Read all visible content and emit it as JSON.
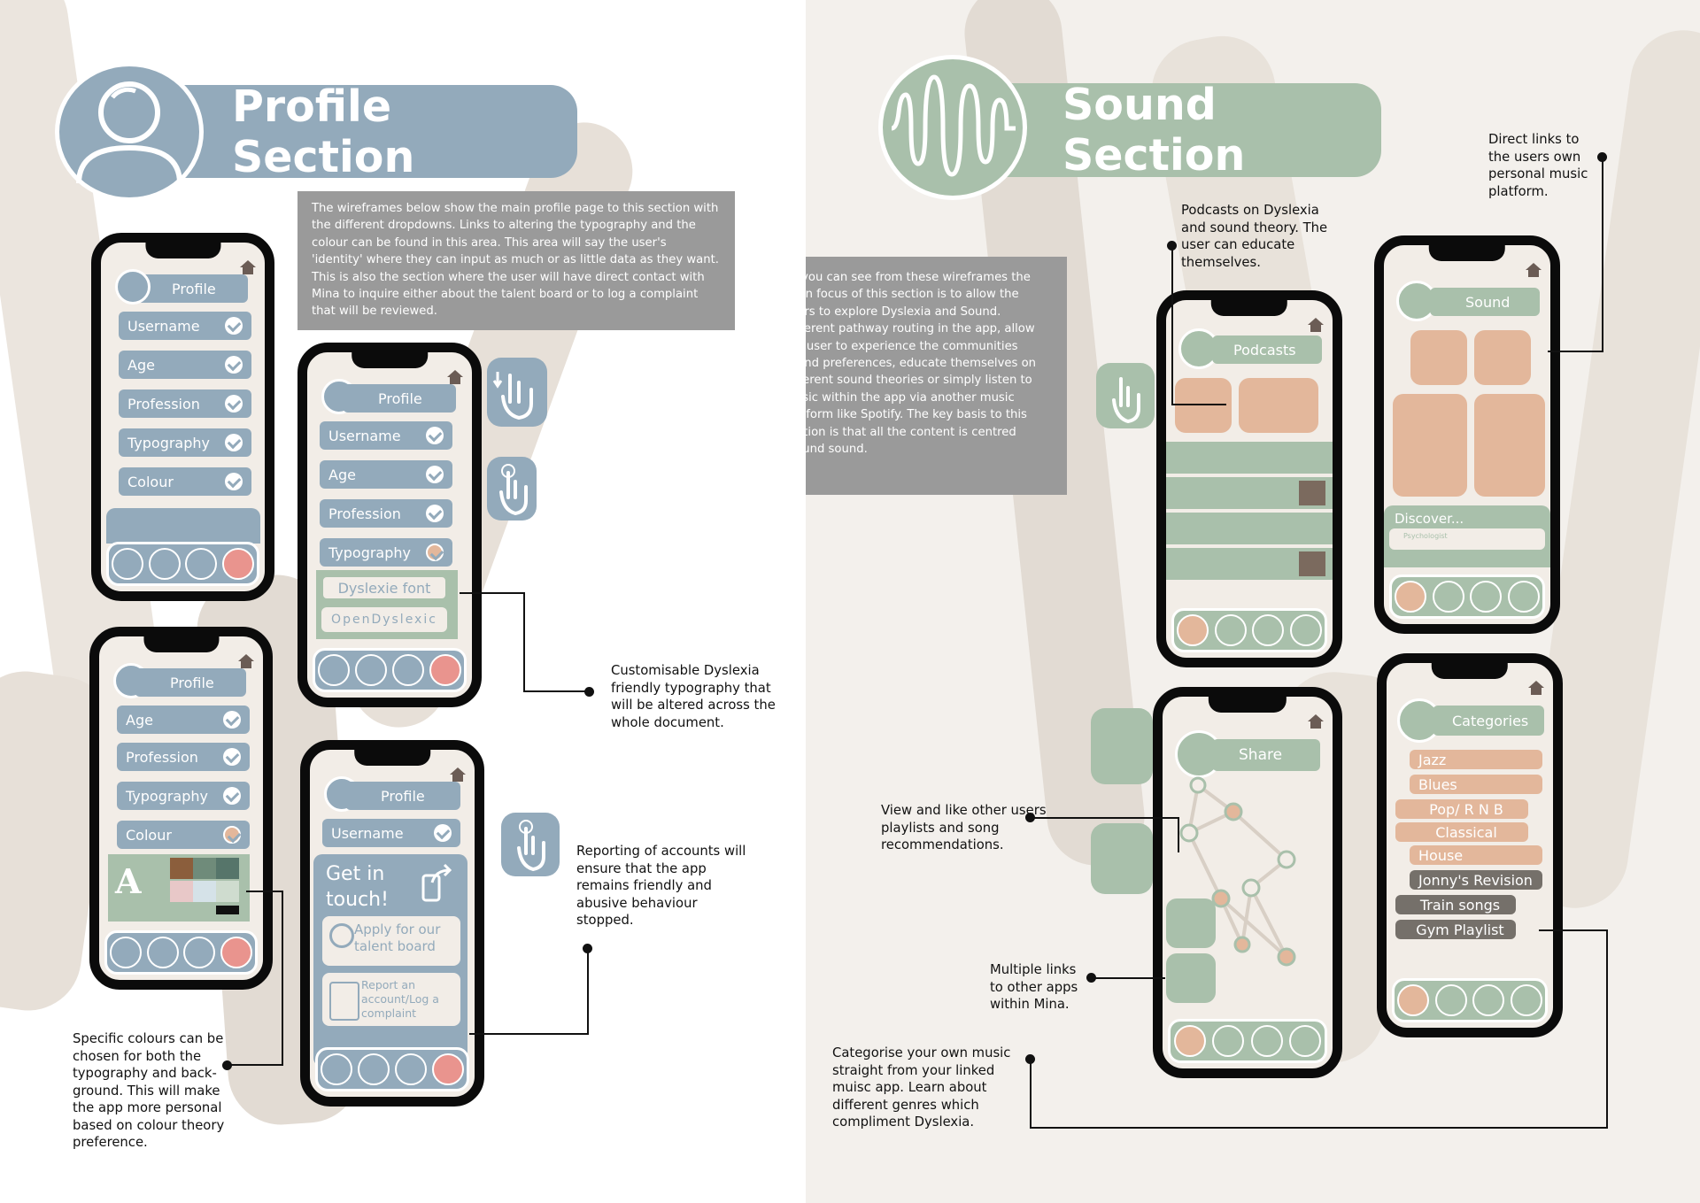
{
  "profile_section": {
    "title": "Profile Section",
    "description": "The wireframes below show the main profile page to this section with the different dropdowns. Links to altering the typography and the colour can be found in this area. This area will say the user's 'identity' where they can input as much or as little data as they want. This is also the section where the user will have direct contact with Mina to inquire either about the talent board or to log a complaint that will be reviewed.",
    "phone1": {
      "profile": "Profile",
      "items": [
        "Username",
        "Age",
        "Profession",
        "Typography",
        "Colour"
      ]
    },
    "phone2": {
      "profile": "Profile",
      "items": [
        "Username",
        "Age",
        "Profession",
        "Typography"
      ],
      "fonts": [
        "Dyslexie font",
        "OpenDyslexic"
      ]
    },
    "phone3": {
      "profile": "Profile",
      "items": [
        "Age",
        "Profession",
        "Typography",
        "Colour"
      ]
    },
    "phone4": {
      "profile": "Profile",
      "username": "Username",
      "get_in_touch": "Get in touch!",
      "talent": "Apply for our talent board",
      "report": "Report an account/Log a complaint"
    },
    "annotations": {
      "typography": "Customisable Dyslexia friendly typography that will be altered across the whole document.",
      "reporting": "Reporting of accounts will ensure that the app remains friendly and abusive behaviour stopped.",
      "colours": "Specific colours can be chosen for both the typography and back-ground. This will make the app more personal based on colour theory preference."
    }
  },
  "sound_section": {
    "title": "Sound Section",
    "description": "As you can see from these wireframes the main focus of this section is to allow the users to explore Dyslexia and Sound. Different pathway routing in the app, allow the user to experience the communities sound preferences, educate themselves on different sound theories or simply listen to music within the app via another music platform like Spotify. The key basis to this section is that all the content is centred around sound.",
    "phone_podcasts": {
      "header": "Podcasts"
    },
    "phone_sound": {
      "header": "Sound",
      "discover": "Discover...",
      "psych": "Psychologist"
    },
    "phone_share": {
      "header": "Share"
    },
    "phone_categories": {
      "header": "Categories",
      "items": [
        "Jazz",
        "Blues",
        "Pop/ R N B",
        "Classical",
        "House",
        "Jonny's Revision",
        "Train songs",
        "Gym Playlist"
      ]
    },
    "annotations": {
      "podcasts": "Podcasts on Dyslexia and sound theory. The user can educate themselves.",
      "direct_links": "Direct links to the users own personal music platform.",
      "view_like": "View and like other users playlists and song recommendations.",
      "multiple_links": "Multiple links to other apps within Mina.",
      "categorise": "Categorise your own music straight from your linked muisc app. Learn about different genres which compliment Dyslexia."
    }
  },
  "colors": {
    "blue": "#93aabb",
    "green": "#a9c0ab",
    "peach": "#e3b79b",
    "grey_box": "#9a9a9a",
    "beige": "#e2dbd3"
  }
}
